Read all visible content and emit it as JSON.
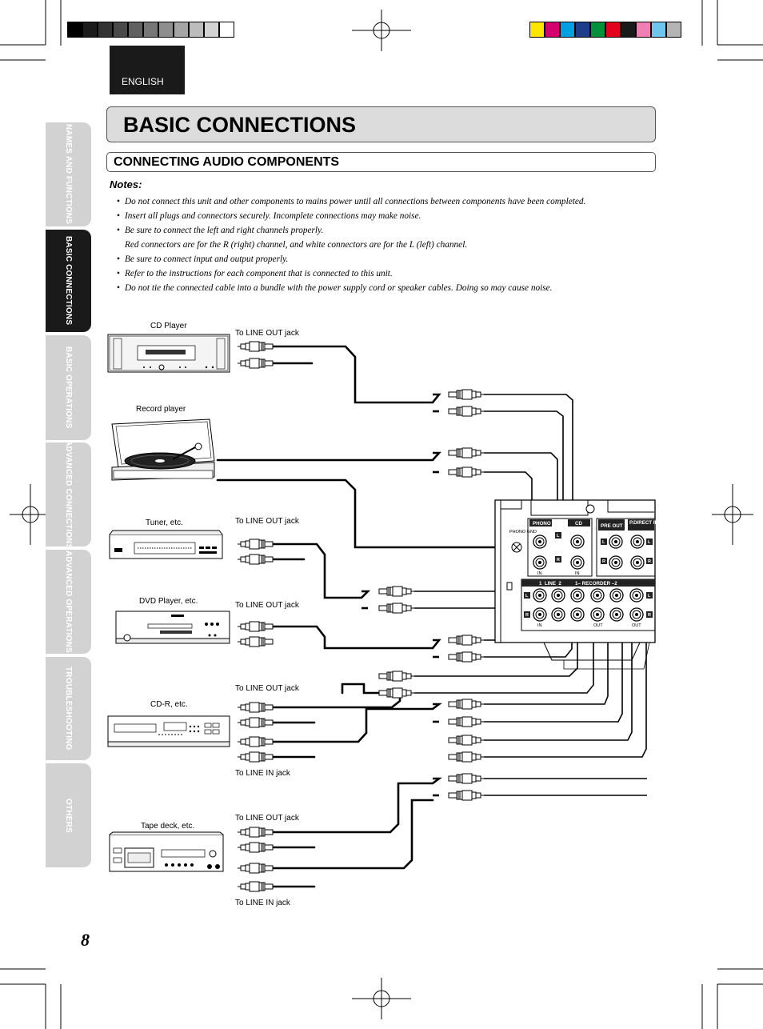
{
  "header": {
    "language": "ENGLISH"
  },
  "side_tabs": [
    {
      "label": "NAMES AND FUNCTIONS",
      "active": false
    },
    {
      "label": "BASIC CONNECTIONS",
      "active": true
    },
    {
      "label": "BASIC OPERATIONS",
      "active": false
    },
    {
      "label": "ADVANCED CONNECTIONS",
      "active": false
    },
    {
      "label": "ADVANCED OPERATIONS",
      "active": false
    },
    {
      "label": "TROUBLESHOOTING",
      "active": false
    },
    {
      "label": "OTHERS",
      "active": false
    }
  ],
  "page": {
    "title": "BASIC CONNECTIONS",
    "section_title": "CONNECTING AUDIO COMPONENTS",
    "notes_heading": "Notes:",
    "notes": [
      "Do not connect this unit and other components to mains power until all connections between components have been completed.",
      "Insert all plugs and connectors securely. Incomplete connections may make noise.",
      "Be sure to connect the left and right channels properly.",
      "Red connectors are for the R (right) channel, and white connectors are for the L (left) channel.",
      "Be sure to connect input and output properly.",
      "Refer to the instructions for each component that is connected to this unit.",
      "Do not tie the connected cable into a bundle with the power supply cord or speaker cables. Doing so may cause noise."
    ],
    "number": "8"
  },
  "diagram": {
    "devices": {
      "cd": "CD Player",
      "record": "Record player",
      "tuner": "Tuner, etc.",
      "dvd": "DVD Player, etc.",
      "cdr": "CD-R, etc.",
      "tape": "Tape deck, etc."
    },
    "jacks": {
      "cd_out": "To LINE OUT jack",
      "tuner_out": "To LINE OUT jack",
      "dvd_out": "To LINE OUT jack",
      "cdr_out": "To LINE OUT jack",
      "cdr_in": "To LINE IN jack",
      "tape_out": "To LINE OUT jack",
      "tape_in": "To LINE IN jack"
    },
    "panel": {
      "phono": "PHONO",
      "cd": "CD",
      "phono_gnd": "PHONO GND",
      "pre_out": "PRE OUT",
      "pdirect_in": "P.DIRECT IN",
      "line_bar": "1  LINE  2          1– RECORDER –2",
      "in": "IN",
      "out": "OUT",
      "l": "L",
      "r": "R"
    }
  },
  "colors": {
    "tab_dark": "#1a1a1a",
    "tab_light": "#d2d2d2",
    "title_bg": "#dcdcdc",
    "registration_bar": [
      "#000000",
      "#1c1c1c",
      "#333333",
      "#4a4a4a",
      "#606060",
      "#777777",
      "#8e8e8e",
      "#a5a5a5",
      "#bcbcbc",
      "#d3d3d3",
      "#ffffff"
    ],
    "process_bar": [
      "#ffe600",
      "#d4006e",
      "#00a0e0",
      "#1e3c8c",
      "#00913a",
      "#e2001a",
      "#1a1a1a",
      "#ef7fb5",
      "#6ec6ef",
      "#b4b4b4"
    ]
  }
}
